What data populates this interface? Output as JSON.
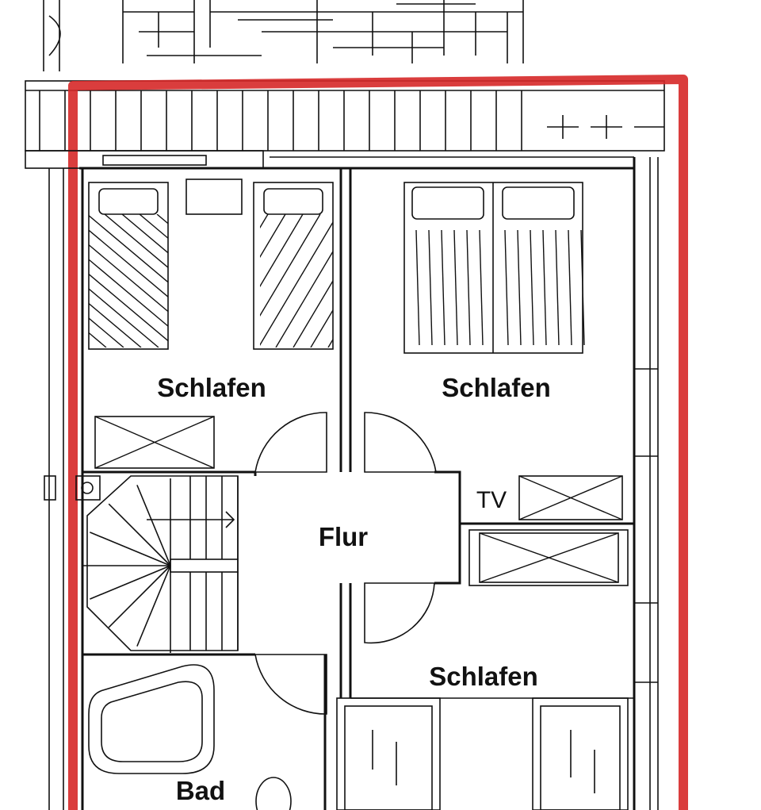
{
  "rooms": {
    "bedroom_left": "Schlafen",
    "bedroom_right": "Schlafen",
    "bedroom_bottom": "Schlafen",
    "hallway": "Flur",
    "bathroom": "Bad",
    "tv": "TV"
  },
  "colors": {
    "outline_accent": "#d62828",
    "ink": "#111111",
    "background": "#ffffff"
  }
}
